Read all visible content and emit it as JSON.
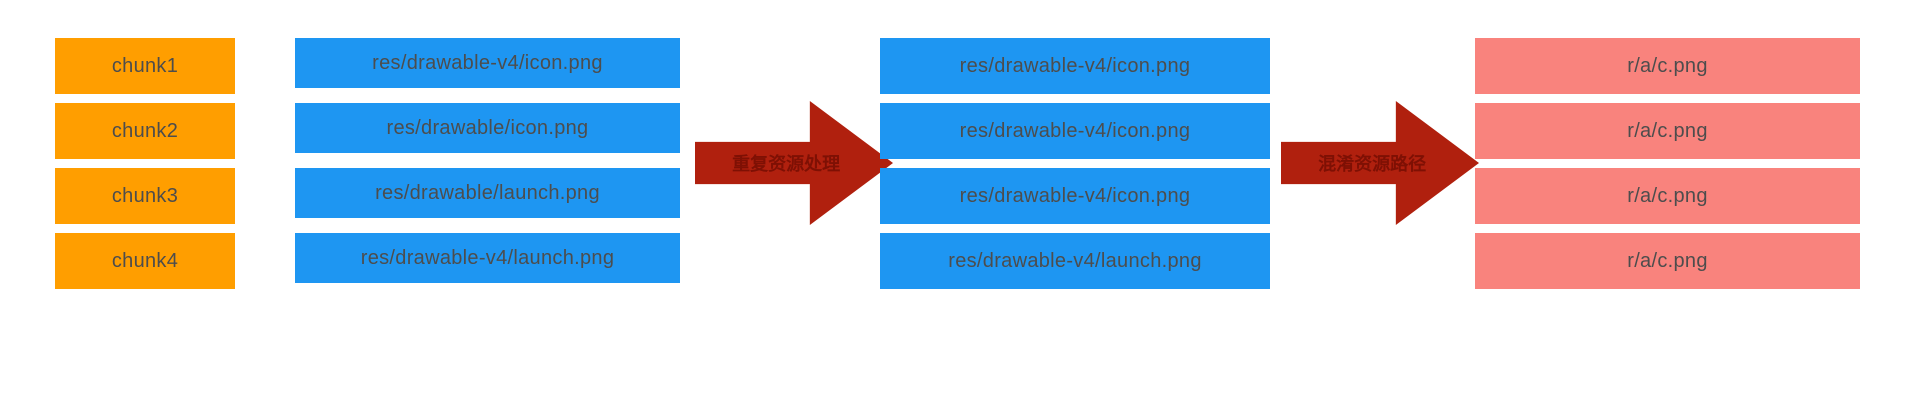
{
  "diagram": {
    "columns": {
      "chunks": {
        "items": [
          "chunk1",
          "chunk2",
          "chunk3",
          "chunk4"
        ]
      },
      "original_paths": {
        "items": [
          "res/drawable-v4/icon.png",
          "res/drawable/icon.png",
          "res/drawable/launch.png",
          "res/drawable-v4/launch.png"
        ]
      },
      "deduped_paths": {
        "items": [
          "res/drawable-v4/icon.png",
          "res/drawable-v4/icon.png",
          "res/drawable-v4/icon.png",
          "res/drawable-v4/launch.png"
        ]
      },
      "obfuscated_paths": {
        "items": [
          "r/a/c.png",
          "r/a/c.png",
          "r/a/c.png",
          "r/a/c.png"
        ]
      }
    },
    "arrows": [
      {
        "label": "重复资源处理"
      },
      {
        "label": "混淆资源路径"
      }
    ],
    "colors": {
      "chunk": "#FF9E00",
      "path": "#1E96F2",
      "obfuscated": "#F9837D",
      "arrow": "#B0200E",
      "arrowText": "#7E1004",
      "boxText": "#4D4D4D"
    }
  }
}
